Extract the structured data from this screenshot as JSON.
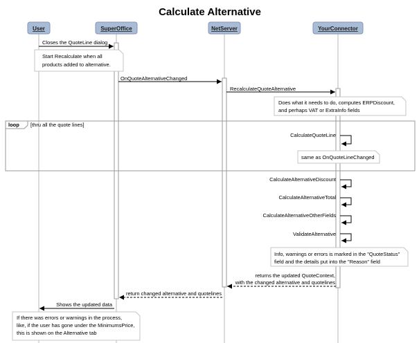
{
  "title": "Calculate Alternative",
  "participants": {
    "user": "User",
    "superoffice": "SuperOffice",
    "netserver": "NetServer",
    "connector": "YourConnector"
  },
  "messages": {
    "m1": "Closes the QuoteLine dialog",
    "m2": "OnQuoteAlternativeChanged",
    "m3": "RecalculateQuoteAlternative",
    "m4": "CalculateQuoteLine",
    "m5": "CalculateAlternativeDiscount",
    "m6": "CalculateAlternativeTotal",
    "m7": "CalculateAlternativeOtherFields",
    "m8": "ValidateAlternative",
    "m9_line1": "returns the updated QuoteContext,",
    "m9_line2": "with the changed alternative and quotelines",
    "m10": "return changed alternative and quotelines",
    "m11": "Shows the updated data"
  },
  "notes": {
    "n1_line1": "Start Recalculate when all",
    "n1_line2": "products added to alternative.",
    "n2_line1": "Does what it needs to do, computes ERPDiscount,",
    "n2_line2": "and perhaps VAT or ExtraInfo fields",
    "n3": "same as OnQuoteLineChanged",
    "n4_line1": "Info, warnings or errors is marked in the \"QuoteStatus\"",
    "n4_line2": "field and the details put into the \"Reason\" field",
    "n5_line1": "If there was errors or warnings in the process,",
    "n5_line2": "like, if the user has gone under the MinimumsPrice,",
    "n5_line3": "this is shown on the Alternative tab"
  },
  "loop": {
    "keyword": "loop",
    "condition": "[thru all the quote lines]"
  },
  "colors": {
    "participant_fill": "#a9bcd6",
    "participant_border": "#8496b4"
  }
}
